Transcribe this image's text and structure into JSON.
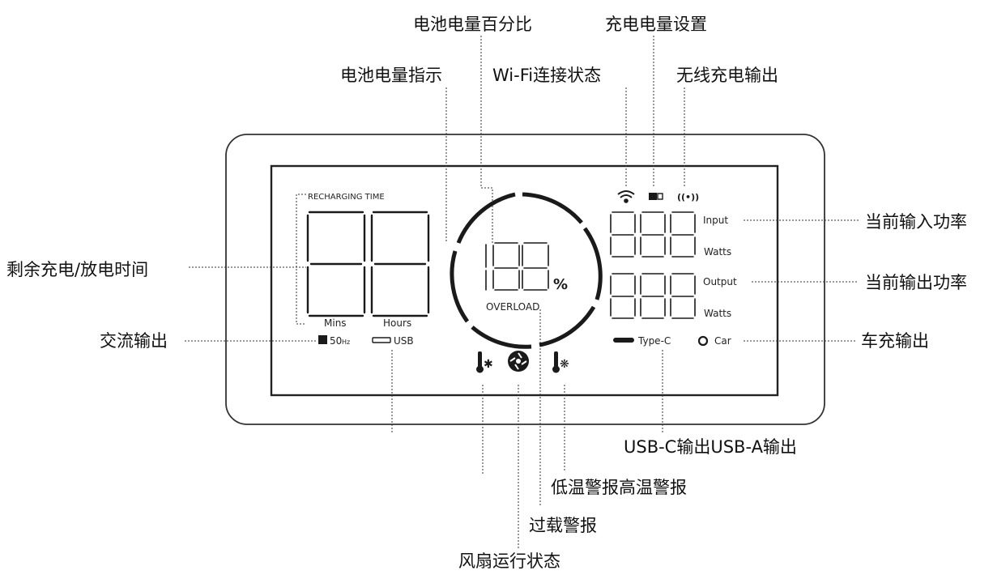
{
  "callouts": {
    "battery_percent": "电池电量百分比",
    "charge_setting": "充电电量设置",
    "battery_indicator": "电池电量指示",
    "wifi_status": "Wi-Fi连接状态",
    "wireless_output": "无线充电输出",
    "remaining_time": "剩余充电/放电时间",
    "input_power": "当前输入功率",
    "output_power": "当前输出功率",
    "ac_output": "交流输出",
    "car_output": "车充输出",
    "usb_outputs": "USB-C输出USB-A输出",
    "temp_alarms": "低温警报高温警报",
    "overload_alarm": "过载警报",
    "fan_status": "风扇运行状态"
  },
  "display": {
    "recharging_time": "RECHARGING TIME",
    "mins": "Mins",
    "hours": "Hours",
    "ac_freq": "50",
    "usb": "USB",
    "percent_value": "188",
    "percent_sign": "%",
    "overload": "OVERLOAD",
    "input_label": "Input",
    "output_label": "Output",
    "watts": "Watts",
    "type_c": "Type-C",
    "car": "Car"
  },
  "icons": [
    "wifi-icon",
    "charge-setting-icon",
    "wireless-charge-icon",
    "ac-icon",
    "usb-a-icon",
    "type-c-port-icon",
    "car-port-icon",
    "low-temp-icon",
    "fan-icon",
    "high-temp-icon"
  ]
}
